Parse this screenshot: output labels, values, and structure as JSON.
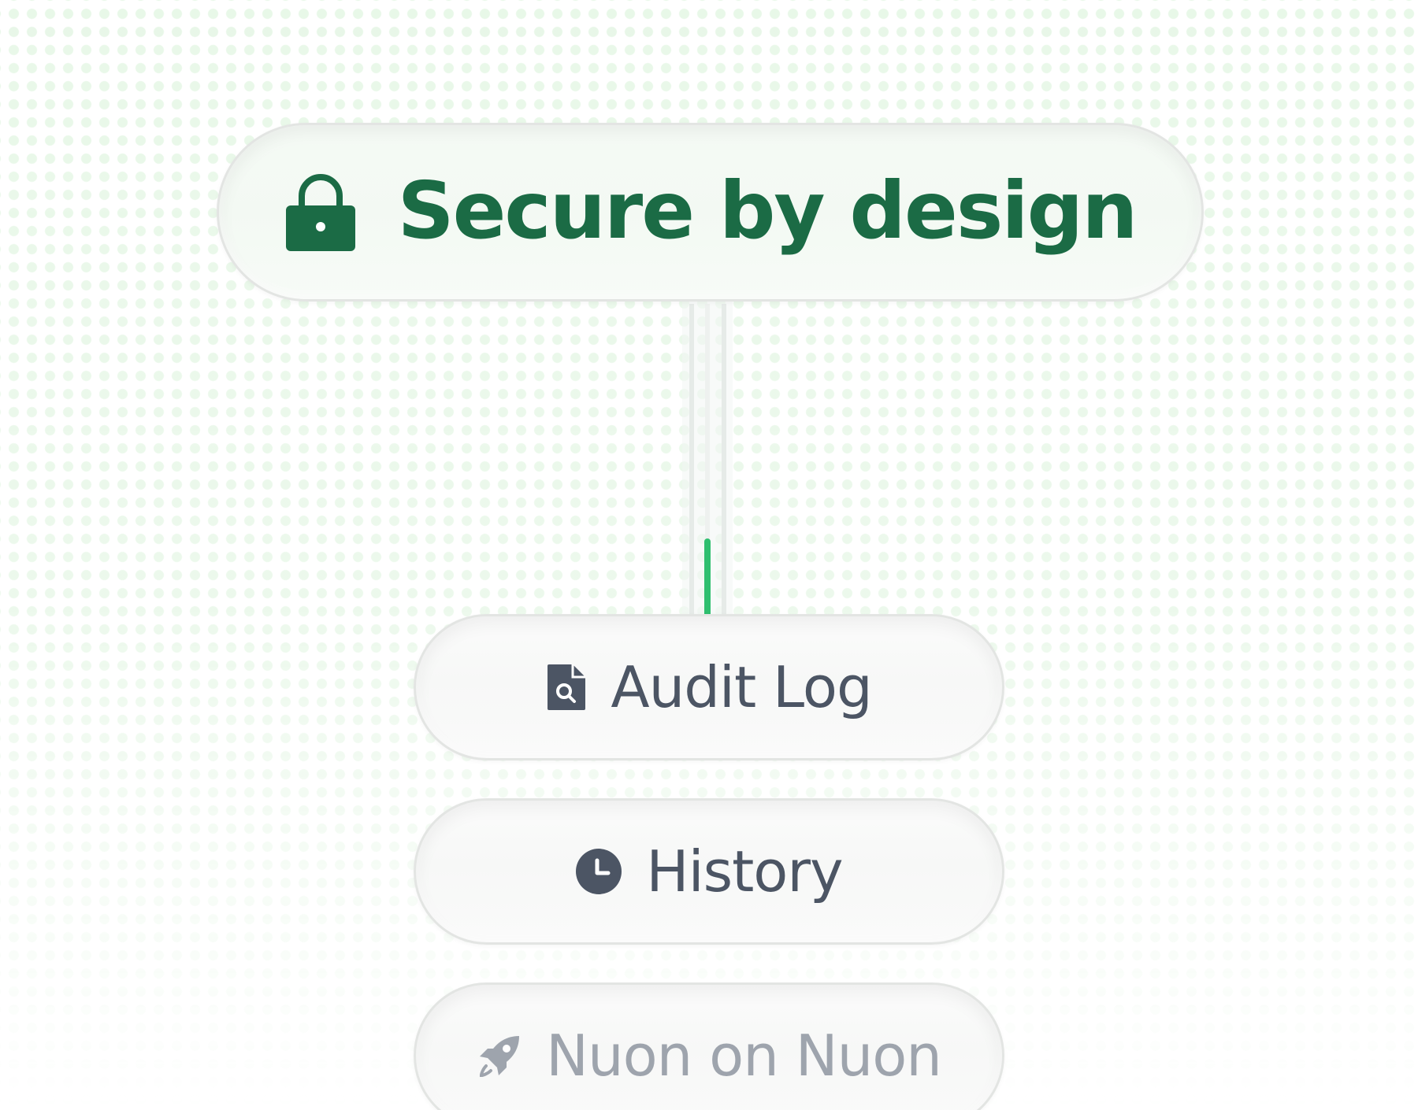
{
  "main_feature": {
    "label": "Secure by design",
    "icon": "lock-icon",
    "color": "#1b6b45"
  },
  "sub_features": [
    {
      "label": "Audit Log",
      "icon": "document-search-icon"
    },
    {
      "label": "History",
      "icon": "clock-icon"
    },
    {
      "label": "Nuon on Nuon",
      "icon": "rocket-icon"
    }
  ],
  "colors": {
    "accent_green": "#1b6b45",
    "connector_green": "#3ec47a",
    "text_gray": "#4c5564",
    "faded_gray": "#9ea4ad",
    "dot_green": "#c8ecc8"
  }
}
